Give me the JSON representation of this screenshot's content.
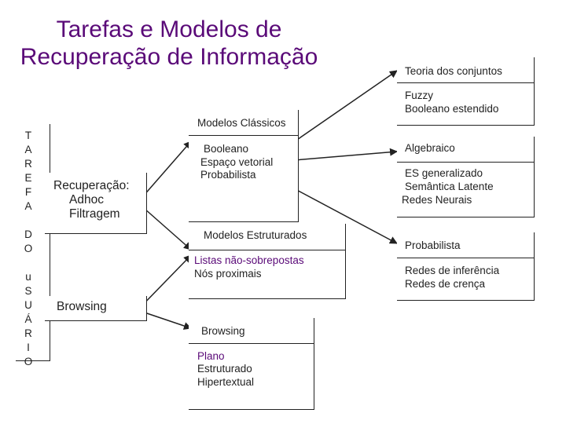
{
  "title": {
    "line1": "Tarefas e Modelos de",
    "line2": "Recuperação de Informação"
  },
  "left_column": [
    "T",
    "A",
    "R",
    "E",
    "F",
    "A",
    "",
    "D",
    "O",
    "",
    "u",
    "S",
    "U",
    "Á",
    "R",
    "I",
    "O"
  ],
  "tasks": {
    "retrieval": {
      "line1": "Recuperação:",
      "line2": "Adhoc",
      "line3": "Filtragem"
    },
    "browsing": "Browsing"
  },
  "classic": {
    "header": "Modelos Clássicos",
    "items": [
      "Booleano",
      "Espaço vetorial",
      "Probabilista"
    ]
  },
  "structured": {
    "header": "Modelos Estruturados",
    "items": [
      "Listas não-sobrepostas",
      "Nós proximais"
    ]
  },
  "browsing_models": {
    "header": "Browsing",
    "items": [
      "Plano",
      "Estruturado",
      "Hipertextual"
    ]
  },
  "right": {
    "set_header": "Teoria dos conjuntos",
    "set_items": [
      "Fuzzy",
      "Booleano estendido"
    ],
    "algebraic_header": "Algebraico",
    "algebraic_items": [
      "ES generalizado",
      "Semântica Latente",
      "Redes Neurais"
    ],
    "prob_header": "Probabilista",
    "prob_items": [
      "Redes de inferência",
      "Redes de crença"
    ]
  },
  "colors": {
    "title": "#5a0a78",
    "text": "#222222",
    "lines": "#222222"
  }
}
